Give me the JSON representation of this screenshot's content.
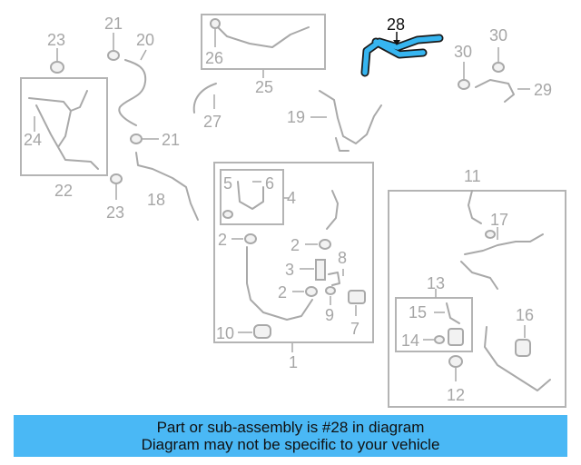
{
  "diagram": {
    "highlighted_callout": "28",
    "callouts": [
      "1",
      "2",
      "3",
      "4",
      "5",
      "6",
      "7",
      "8",
      "9",
      "10",
      "11",
      "12",
      "13",
      "14",
      "15",
      "16",
      "17",
      "18",
      "19",
      "20",
      "21",
      "22",
      "23",
      "24",
      "25",
      "26",
      "27",
      "28",
      "29",
      "30"
    ]
  },
  "banner": {
    "line1": "Part or sub-assembly is #28 in diagram",
    "line2": "Diagram may not be specific to your vehicle",
    "color": "#4ab8f5"
  },
  "colors": {
    "part_line": "#a9a9a9",
    "highlight_fill": "#36b5f0",
    "label_grey": "#a6a6a6"
  }
}
